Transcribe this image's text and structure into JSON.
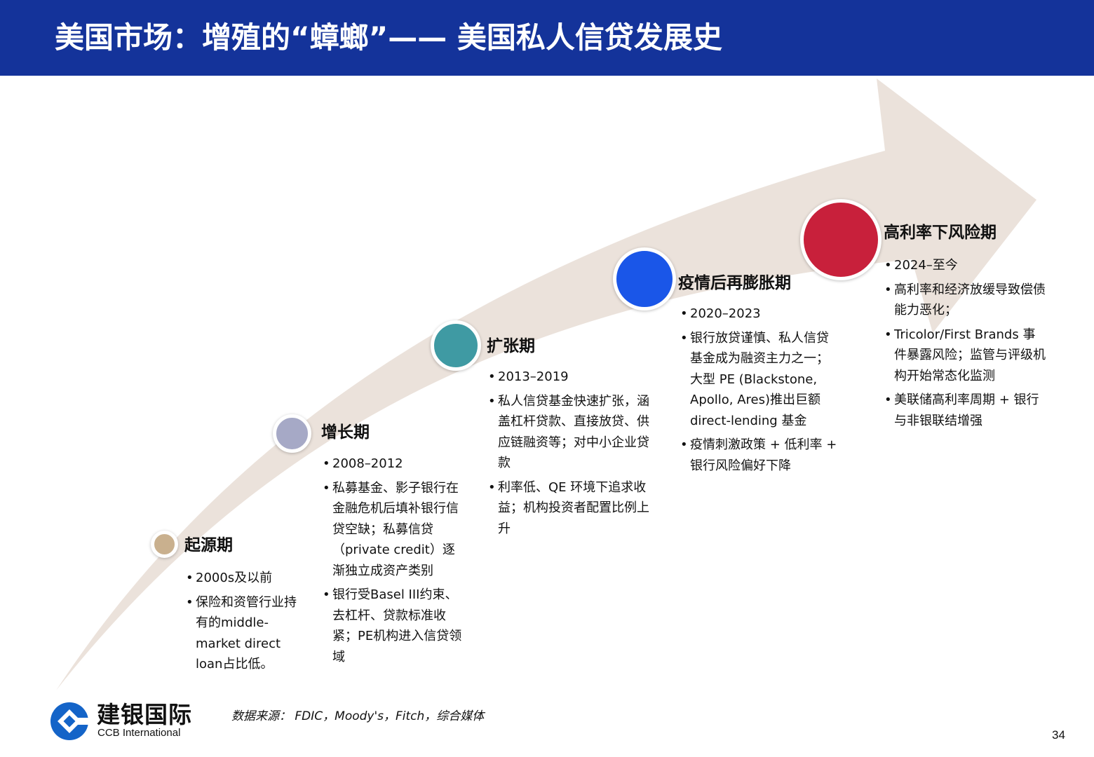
{
  "header": {
    "title": "美国市场：增殖的“蟑螂”—— 美国私人信贷发展史"
  },
  "colors": {
    "header_background": "#14339a",
    "arrow_fill": "#ebe2db",
    "node_1": "#c9b08e",
    "node_2": "#a6a9c6",
    "node_3": "#3f9aa3",
    "node_4": "#1a56e8",
    "node_5": "#c8203b"
  },
  "stages": [
    {
      "title": "起源期",
      "bullets": [
        "2000s及以前",
        "保险和资管行业持有的middle-market direct loan占比低。"
      ]
    },
    {
      "title": "增长期",
      "bullets": [
        "2008–2012",
        "私募基金、影子银行在金融危机后填补银行信贷空缺；私募信贷（private credit）逐渐独立成资产类别",
        "银行受Basel III约束、去杠杆、贷款标准收紧；PE机构进入信贷领域"
      ]
    },
    {
      "title": "扩张期",
      "bullets": [
        "2013–2019",
        "私人信贷基金快速扩张，涵盖杠杆贷款、直接放贷、供应链融资等；对中小企业贷款",
        "利率低、QE 环境下追求收益；机构投资者配置比例上升"
      ]
    },
    {
      "title": "疫情后再膨胀期",
      "bullets": [
        "2020–2023",
        "银行放贷谨慎、私人信贷基金成为融资主力之一；大型 PE (Blackstone, Apollo, Ares)推出巨额 direct-lending 基金",
        "疫情刺激政策 + 低利率 + 银行风险偏好下降"
      ]
    },
    {
      "title": "高利率下风险期",
      "bullets": [
        "2024–至今",
        "高利率和经济放缓导致偿债能力恶化；",
        "Tricolor/First Brands 事件暴露风险；监管与评级机构开始常态化监测",
        "美联储高利率周期 + 银行与非银联结增强"
      ]
    }
  ],
  "footer": {
    "logo_cn": "建银国际",
    "logo_en": "CCB International",
    "source": "数据来源： FDIC，Moody's，Fitch，综合媒体",
    "page_number": "34"
  }
}
